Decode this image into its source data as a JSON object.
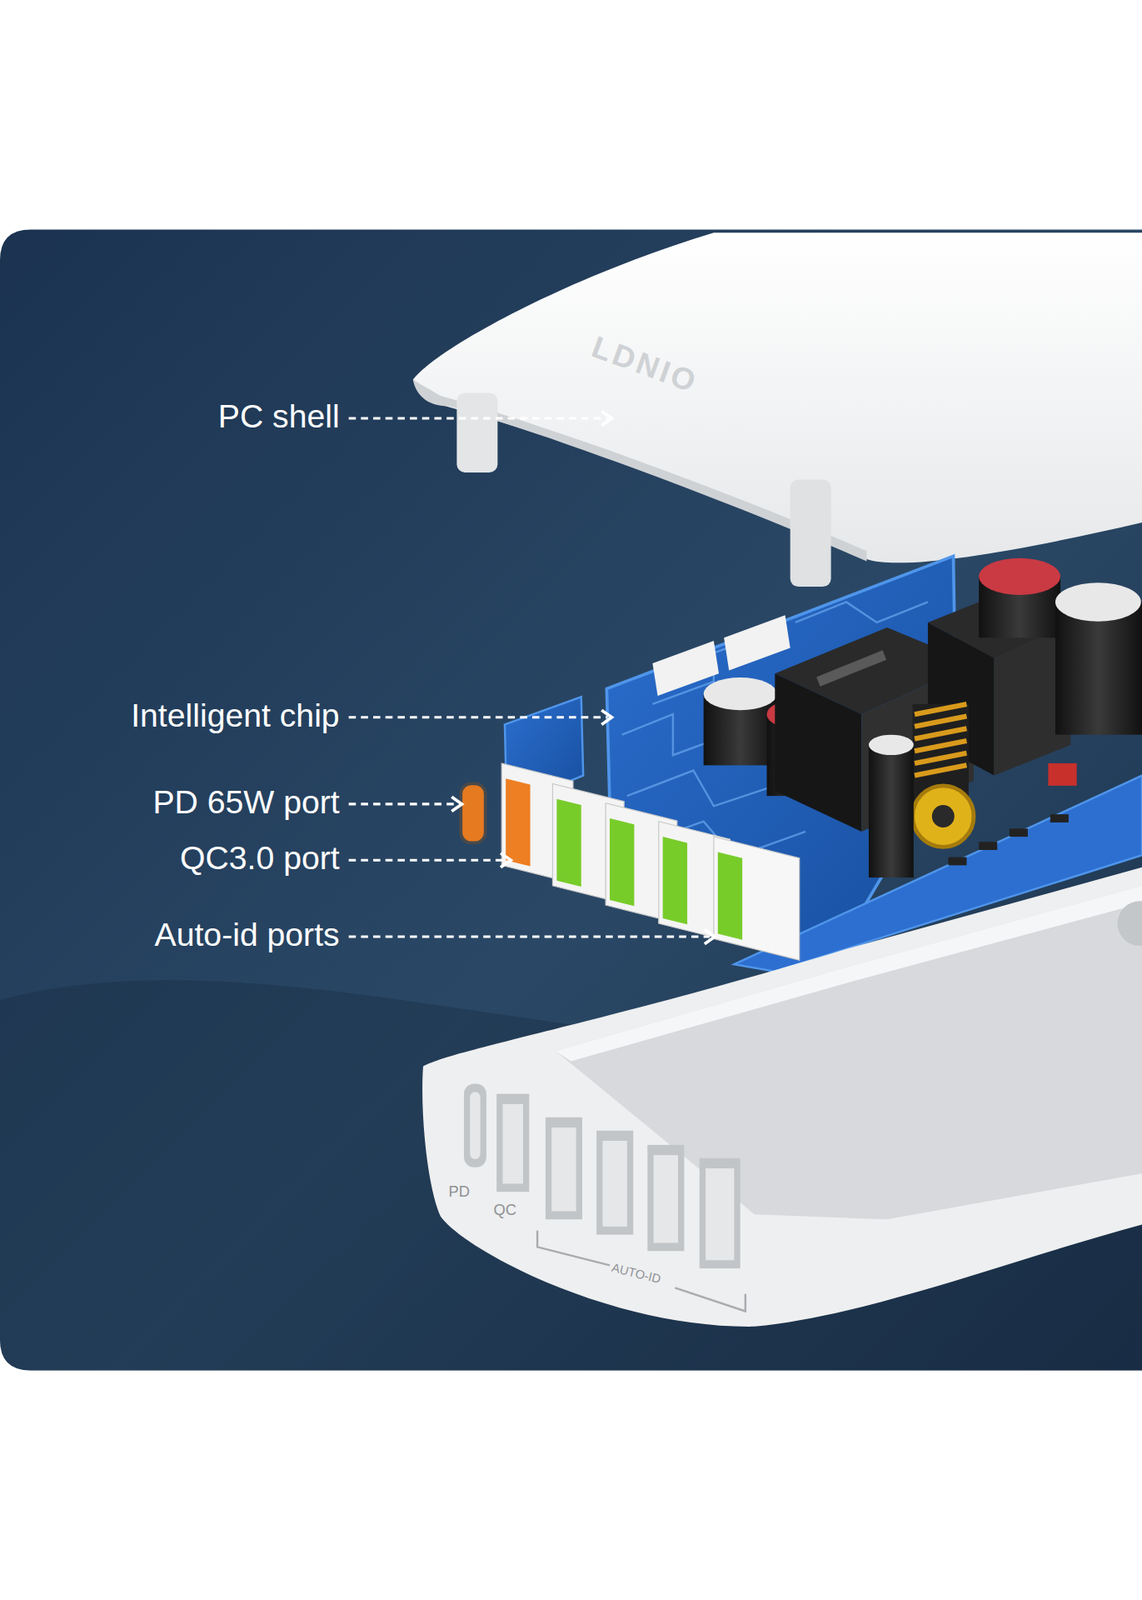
{
  "diagram": {
    "labels": [
      "PC shell",
      "Intelligent chip",
      "PD 65W port",
      "QC3.0 port",
      "Auto-id ports",
      "LDNIO",
      "PD",
      "QC",
      "AUTO-ID"
    ]
  }
}
